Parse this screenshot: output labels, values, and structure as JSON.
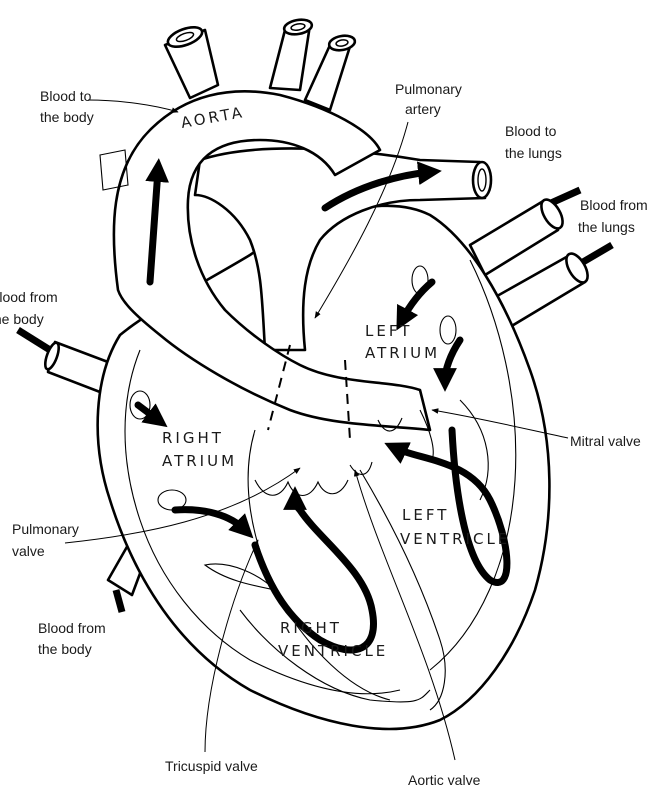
{
  "labels": {
    "blood_to_body_1": "Blood to",
    "blood_to_body_2": "the body",
    "aorta": "AORTA",
    "pulmonary_artery_1": "Pulmonary",
    "pulmonary_artery_2": "artery",
    "blood_to_lungs_1": "Blood to",
    "blood_to_lungs_2": "the lungs",
    "blood_from_lungs_1": "Blood from",
    "blood_from_lungs_2": "the lungs",
    "blood_from_body_top_1": "Blood from",
    "blood_from_body_top_2": "the body",
    "left_atrium_1": "LEFT",
    "left_atrium_2": "ATRIUM",
    "right_atrium_1": "RIGHT",
    "right_atrium_2": "ATRIUM",
    "mitral_valve": "Mitral valve",
    "left_ventricle_1": "LEFT",
    "left_ventricle_2": "VENTRICLE",
    "pulmonary_valve_1": "Pulmonary",
    "pulmonary_valve_2": "valve",
    "blood_from_body_bottom_1": "Blood from",
    "blood_from_body_bottom_2": "the body",
    "right_ventricle_1": "RIGHT",
    "right_ventricle_2": "VENTRICLE",
    "tricuspid_valve": "Tricuspid valve",
    "aortic_valve": "Aortic valve"
  },
  "colors": {
    "ink": "#000000",
    "paper": "#ffffff",
    "stipple": "#9a9a9a"
  }
}
